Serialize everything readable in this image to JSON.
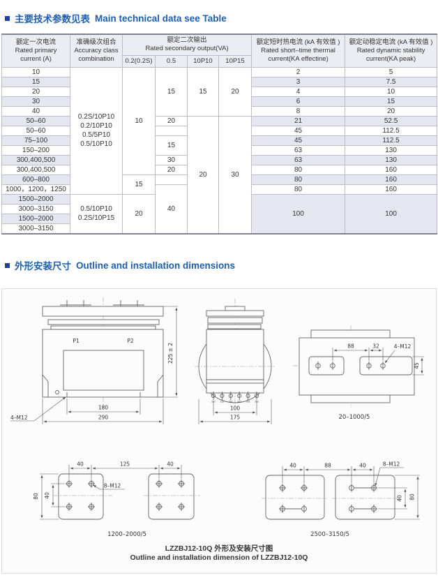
{
  "section1": {
    "title_zh": "主要技术参数见表",
    "title_en": "Main technical data see Table"
  },
  "section2": {
    "title_zh": "外形安装尺寸",
    "title_en": "Outline and installation dimensions"
  },
  "caption": {
    "zh": "LZZBJ12-10Q 外形及安装尺寸图",
    "en": "Outline and installation dimension of LZZBJ12-10Q"
  },
  "colors": {
    "accent_blue": "#1d5fae",
    "row_shade": "#e6e6f1",
    "header_bg": "#ececf3"
  },
  "table": {
    "header_rows": [
      [
        {
          "t": "额定一次电流\nRated primary\ncurrent (A)",
          "rs": 2
        },
        {
          "t": "准确级次组合\nAccuracy class\ncombination",
          "rs": 2
        },
        {
          "t": "额定二次输出\nRated secondary output(VA)",
          "cs": 4
        },
        {
          "t": "额定短时热电流 (kA 有效值 )\nRated short–time thermal\ncurrent(KA effectine)",
          "rs": 2
        },
        {
          "t": "额定动稳定电流 (kA 有效值 )\nRated dynamic stability\ncurrent(KA peak)",
          "rs": 2
        }
      ],
      [
        {
          "t": "0.2(0.2S)"
        },
        {
          "t": "0.5"
        },
        {
          "t": "10P10"
        },
        {
          "t": "10P15"
        }
      ]
    ],
    "rows": [
      [
        {
          "t": "10"
        },
        {
          "t": "0.2S/10P10\n0.2/10P10\n0.5/5P10\n0.5/10P10",
          "rs": 13
        },
        {
          "t": "10",
          "rs": 11
        },
        {
          "t": "15",
          "rs": 5
        },
        {
          "t": "15",
          "rs": 5
        },
        {
          "t": "20",
          "rs": 5
        },
        {
          "t": "2"
        },
        {
          "t": "5"
        }
      ],
      [
        {
          "t": "15",
          "sh": 1
        },
        {
          "t": "3",
          "sh": 1
        },
        {
          "t": "7.5",
          "sh": 1
        }
      ],
      [
        {
          "t": "20"
        },
        {
          "t": "4"
        },
        {
          "t": "10"
        }
      ],
      [
        {
          "t": "30",
          "sh": 1
        },
        {
          "t": "6",
          "sh": 1
        },
        {
          "t": "15",
          "sh": 1
        }
      ],
      [
        {
          "t": "40"
        },
        {
          "t": "8"
        },
        {
          "t": "20"
        }
      ],
      [
        {
          "t": "50–60",
          "sh": 1
        },
        {
          "t": "20"
        },
        {
          "t": "20",
          "rs": 12
        },
        {
          "t": "30",
          "rs": 12
        },
        {
          "t": "21",
          "sh": 1
        },
        {
          "t": "52.5",
          "sh": 1
        }
      ],
      [
        {
          "t": "50–60"
        },
        {
          "t": ""
        },
        {
          "t": "45"
        },
        {
          "t": "112.5"
        }
      ],
      [
        {
          "t": "75–100",
          "sh": 1
        },
        {
          "t": "15",
          "rs": 2
        },
        {
          "t": "45",
          "sh": 1
        },
        {
          "t": "112.5",
          "sh": 1
        }
      ],
      [
        {
          "t": "150–200"
        },
        {
          "t": "63"
        },
        {
          "t": "130"
        }
      ],
      [
        {
          "t": "300,400,500",
          "sh": 1
        },
        {
          "t": "30"
        },
        {
          "t": "63",
          "sh": 1
        },
        {
          "t": "130",
          "sh": 1
        }
      ],
      [
        {
          "t": "300,400,500"
        },
        {
          "t": "20"
        },
        {
          "t": "80"
        },
        {
          "t": "160"
        }
      ],
      [
        {
          "t": "600–800",
          "sh": 1
        },
        {
          "t": "15",
          "rs": 2
        },
        {
          "t": ""
        },
        {
          "t": "80",
          "sh": 1
        },
        {
          "t": "160",
          "sh": 1
        }
      ],
      [
        {
          "t": "1000，1200，1250"
        },
        {
          "t": "40",
          "rs": 5
        },
        {
          "t": "80"
        },
        {
          "t": "160"
        }
      ],
      [
        {
          "t": "1500–2000",
          "sh": 1
        },
        {
          "t": "0.5/10P10\n0.2S/10P15",
          "rs": 4
        },
        {
          "t": "20",
          "rs": 4
        },
        {
          "t": "100",
          "rs": 4,
          "sh": 1
        },
        {
          "t": "100",
          "rs": 4,
          "sh": 1
        }
      ],
      [
        {
          "t": "3000–3150"
        }
      ],
      [
        {
          "t": "1500–2000",
          "sh": 1
        }
      ],
      [
        {
          "t": "3000–3150"
        }
      ]
    ]
  },
  "drawings": {
    "front": {
      "label_p1": "P1",
      "label_p2": "P2",
      "dim_height": "225 ± 2",
      "dim_window": "180",
      "dim_width": "290",
      "thread_label": "4–M12"
    },
    "side": {
      "dim_terminal_span": "100",
      "dim_depth": "175",
      "terminal_labels": [
        "1S1",
        "1S2",
        "2S1",
        "2S2",
        "3S1",
        "3S2"
      ]
    },
    "mount_small": {
      "dim_hole_span": "88",
      "dim_hole_pitch": "32",
      "dim_vertical": "45",
      "thread_label": "4–M12",
      "caption": "20–1000/5"
    },
    "mount_medium": {
      "dim_left": "40",
      "dim_center": "125",
      "dim_right": "40",
      "dim_v_hole": "40",
      "dim_v_total": "80",
      "thread_label": "8–M12",
      "caption": "1200–2000/5"
    },
    "mount_large": {
      "dim_left": "40",
      "dim_center": "88",
      "dim_right": "40",
      "dim_v_hole": "40",
      "dim_v_total": "80",
      "thread_label": "8–M12",
      "caption": "2500–3150/5"
    }
  }
}
